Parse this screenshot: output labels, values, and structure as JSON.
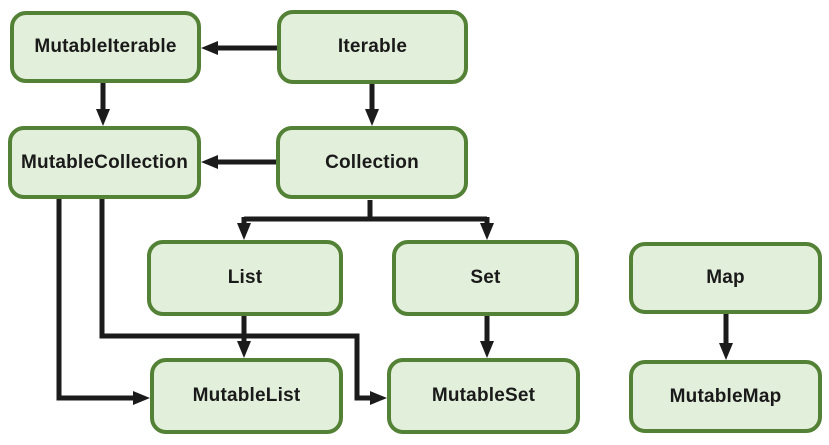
{
  "diagram": {
    "nodes": [
      {
        "id": "mutable-iterable",
        "label": "MutableIterable"
      },
      {
        "id": "iterable",
        "label": "Iterable"
      },
      {
        "id": "mutable-collection",
        "label": "MutableCollection"
      },
      {
        "id": "collection",
        "label": "Collection"
      },
      {
        "id": "list",
        "label": "List"
      },
      {
        "id": "set",
        "label": "Set"
      },
      {
        "id": "map",
        "label": "Map"
      },
      {
        "id": "mutable-list",
        "label": "MutableList"
      },
      {
        "id": "mutable-set",
        "label": "MutableSet"
      },
      {
        "id": "mutable-map",
        "label": "MutableMap"
      }
    ],
    "edges": [
      {
        "from": "Iterable",
        "to": "MutableIterable"
      },
      {
        "from": "Iterable",
        "to": "Collection"
      },
      {
        "from": "MutableIterable",
        "to": "MutableCollection"
      },
      {
        "from": "Collection",
        "to": "MutableCollection"
      },
      {
        "from": "Collection",
        "to": "List"
      },
      {
        "from": "Collection",
        "to": "Set"
      },
      {
        "from": "List",
        "to": "MutableList"
      },
      {
        "from": "Set",
        "to": "MutableSet"
      },
      {
        "from": "Map",
        "to": "MutableMap"
      },
      {
        "from": "MutableCollection",
        "to": "MutableList"
      },
      {
        "from": "MutableCollection",
        "to": "MutableSet"
      }
    ],
    "colors": {
      "background": "#ffffff",
      "node_fill": "#e2efda",
      "node_border": "#538135",
      "connector": "#1b1b1b",
      "text": "#1a1a1a"
    }
  }
}
